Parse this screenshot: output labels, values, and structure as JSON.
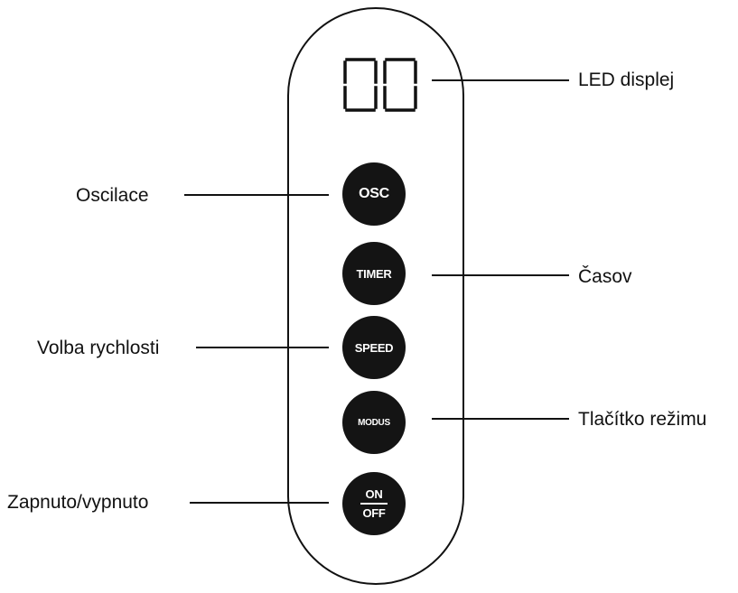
{
  "remote": {
    "display_digits": "00",
    "buttons": {
      "osc": "OSC",
      "timer": "TIMER",
      "speed": "SPEED",
      "modus": "MODUS",
      "on": "ON",
      "off": "OFF"
    }
  },
  "labels": {
    "led_display": "LED displej",
    "oscillation": "Oscilace",
    "timer": "Časov",
    "speed": "Volba rychlosti",
    "mode": "Tlačítko režimu",
    "power": "Zapnuto/vypnuto"
  },
  "colors": {
    "button_fill": "#141414",
    "outline": "#111111",
    "button_text": "#ffffff"
  }
}
